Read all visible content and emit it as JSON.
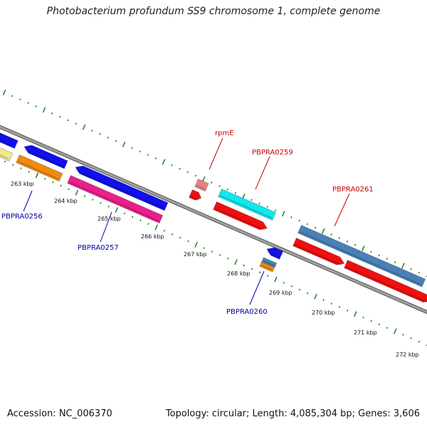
{
  "title": "Photobacterium profundum SS9 chromosome 1, complete genome",
  "footer": {
    "accession": "Accession: NC_006370",
    "stats": "Topology: circular; Length: 4,085,304 bp; Genes: 3,606"
  },
  "colors": {
    "backbone": "#888888",
    "ticks": "#2a8a2a",
    "forward_label": "#cc0000",
    "reverse_label": "#0000aa",
    "blue": "#1010ee",
    "orange": "#f08a10",
    "magenta": "#e8208a",
    "red": "#ee1010",
    "pink": "#e88080",
    "cyan": "#10e8ee",
    "steelblue": "#4a80b8",
    "khaki": "#f0e890"
  },
  "scale_labels": [
    "263 kbp",
    "264 kbp",
    "265 kbp",
    "266 kbp",
    "267 kbp",
    "268 kbp",
    "269 kbp",
    "270 kbp",
    "271 kbp",
    "272 kbp"
  ],
  "gene_labels": [
    {
      "name": "PBPRA0256",
      "strand": "reverse"
    },
    {
      "name": "PBPRA0257",
      "strand": "reverse"
    },
    {
      "name": "rpmE",
      "strand": "forward"
    },
    {
      "name": "PBPRA0259",
      "strand": "forward"
    },
    {
      "name": "PBPRA0260",
      "strand": "reverse"
    },
    {
      "name": "PBPRA0261",
      "strand": "forward"
    }
  ]
}
